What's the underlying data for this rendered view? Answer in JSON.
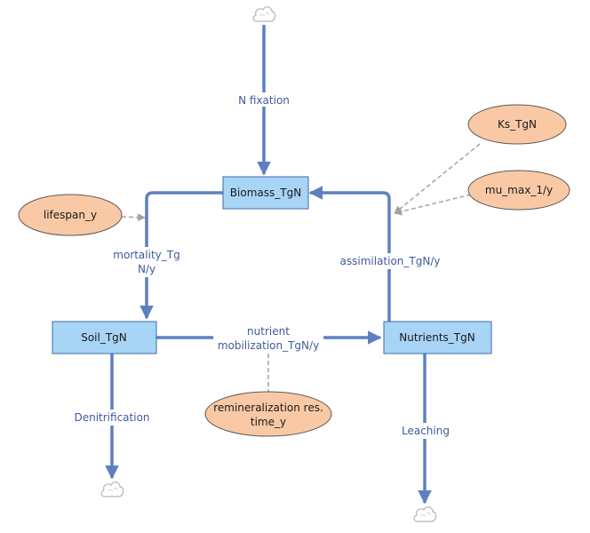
{
  "diagram": {
    "stocks": {
      "biomass": "Biomass_TgN",
      "soil": "Soil_TgN",
      "nutrients": "Nutrients_TgN"
    },
    "auxiliaries": {
      "ks": "Ks_TgN",
      "mu_max": "mu_max_1/y",
      "lifespan": "lifespan_y",
      "remineralization_line1": "remineralization res.",
      "remineralization_line2": "time_y"
    },
    "flows": {
      "n_fixation": "N fixation",
      "mortality_line1": "mortality_Tg",
      "mortality_line2": "N/y",
      "assimilation": "assimilation_TgN/y",
      "mobilization_line1": "nutrient",
      "mobilization_line2": "mobilization_TgN/y",
      "denitrification": "Denitrification",
      "leaching": "Leaching"
    },
    "icons": [
      "cloud-source-icon",
      "cloud-sink-icon"
    ],
    "colors": {
      "stock_fill": "#a8d4f5",
      "stock_border": "#3c6ea6",
      "aux_fill": "#f9c9a5",
      "aux_border": "#5a5a5a",
      "flow": "#5f80c0",
      "link": "#a3a3a3",
      "flow_text": "#3f5a9a"
    }
  }
}
